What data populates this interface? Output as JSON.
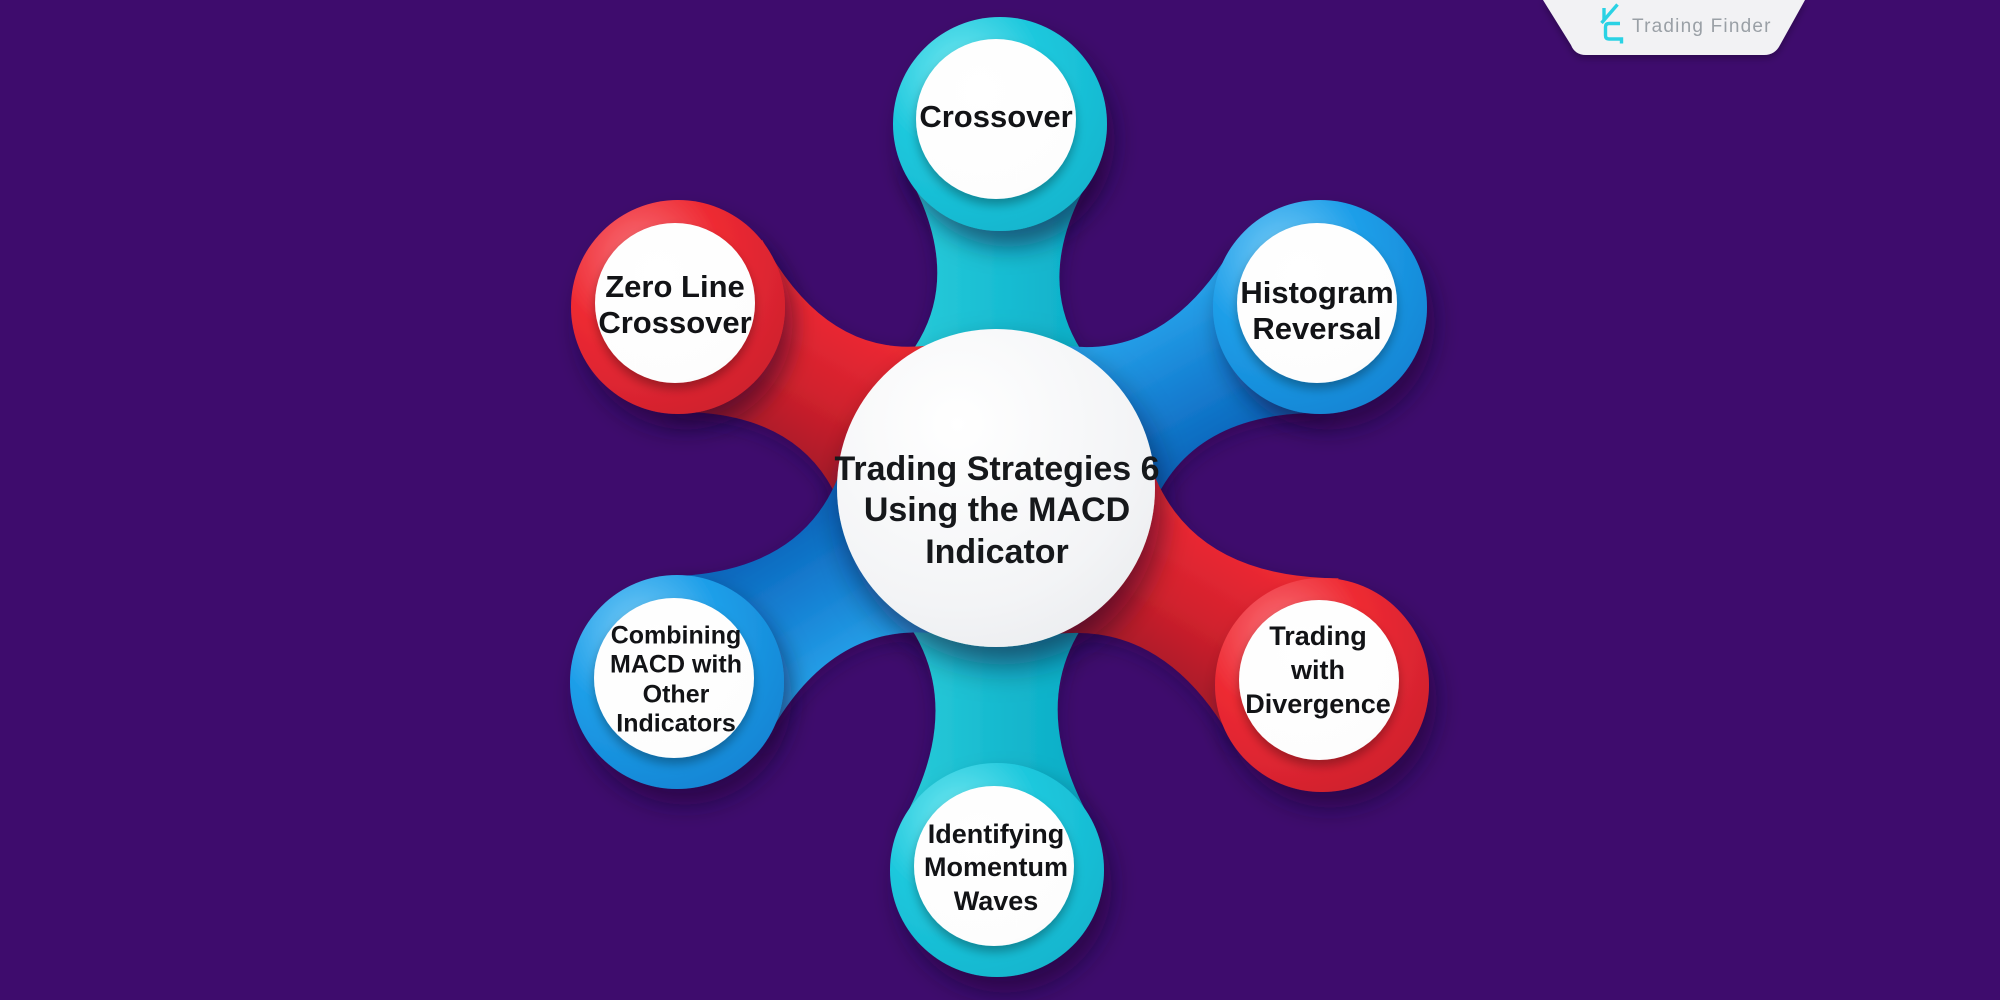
{
  "colors": {
    "background": "#3e0c6d",
    "cyan": "#1ec8dd",
    "blue": "#1f9fe9",
    "red": "#ee2a33",
    "center_fill": "#f3f4f6",
    "badge_fill": "#f2f2f4",
    "logo_icon_cyan": "#2ad2e4",
    "logo_text_gray": "#9aa0a6",
    "label_text": "#121316"
  },
  "logo": {
    "label": "Trading Finder"
  },
  "center": {
    "label": "Trading Strategies 6\nUsing the MACD\nIndicator"
  },
  "nodes": [
    {
      "id": "crossover",
      "label": "Crossover",
      "color": "#1ec8dd"
    },
    {
      "id": "histogram-reversal",
      "label": "Histogram\nReversal",
      "color": "#1f9fe9"
    },
    {
      "id": "trading-with-divergence",
      "label": "Trading\nwith\nDivergence",
      "color": "#ee2a33"
    },
    {
      "id": "identifying-momentum-waves",
      "label": "Identifying\nMomentum\nWaves",
      "color": "#1ec8dd"
    },
    {
      "id": "combining-macd-with-other-indicators",
      "label": "Combining\nMACD with\nOther\nIndicators",
      "color": "#1f9fe9"
    },
    {
      "id": "zero-line-crossover",
      "label": "Zero Line\nCrossover",
      "color": "#ee2a33"
    }
  ]
}
